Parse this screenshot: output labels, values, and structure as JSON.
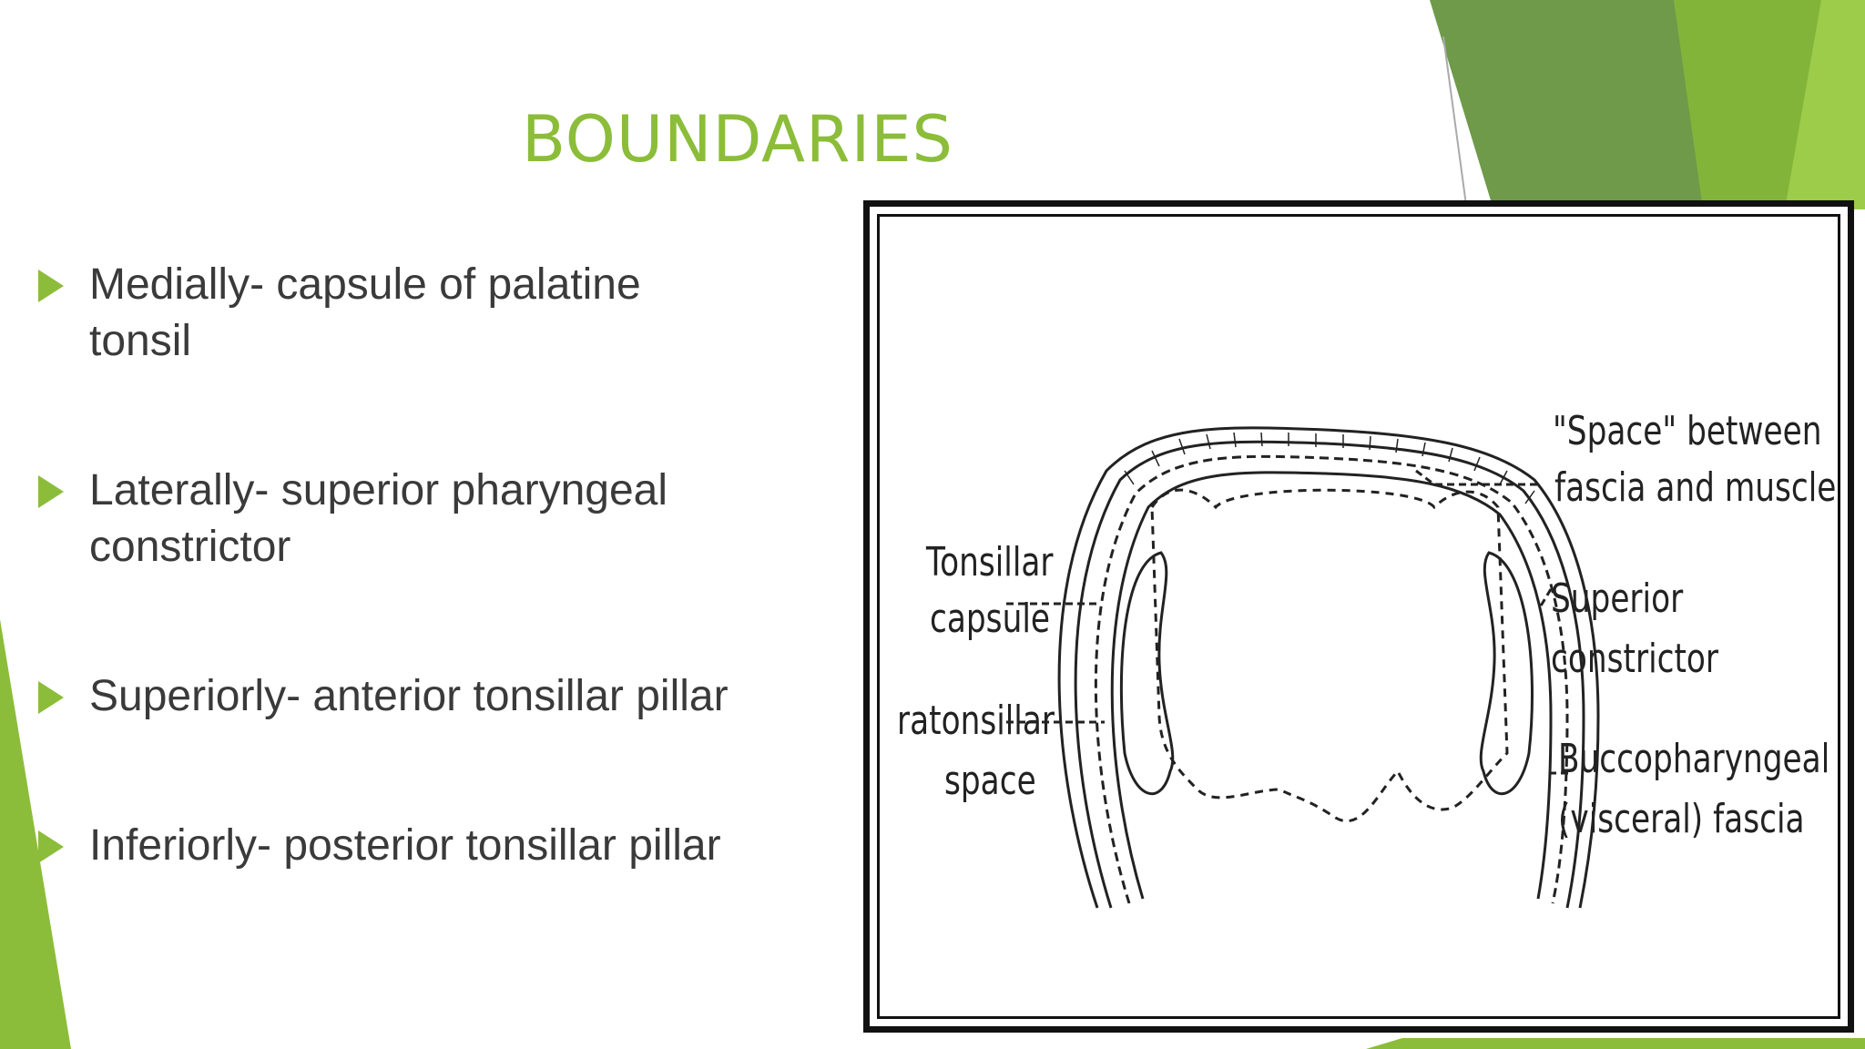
{
  "slide": {
    "title": "BOUNDARIES",
    "accent_color": "#8cbd3a",
    "bullets": [
      {
        "line1": " Medially- capsule of palatine",
        "line2": "tonsil"
      },
      {
        "line1": "Laterally- superior pharyngeal",
        "line2": "constrictor"
      },
      {
        "line1": "Superiorly- anterior tonsillar pillar",
        "line2": ""
      },
      {
        "line1": "Inferiorly- posterior tonsillar pillar",
        "line2": ""
      }
    ]
  },
  "figure": {
    "labels": {
      "tonsillar_capsule_1": "Tonsillar",
      "tonsillar_capsule_2": "capsule",
      "paratonsillar_1": "ratonsillar",
      "paratonsillar_2": "space",
      "space_1": "\"Space\" between",
      "space_2": "fascia and muscle",
      "superior_1": "Superior",
      "superior_2": "constrictor",
      "bucco_1": "Buccopharyngeal",
      "bucco_2": "(visceral) fascia"
    }
  }
}
